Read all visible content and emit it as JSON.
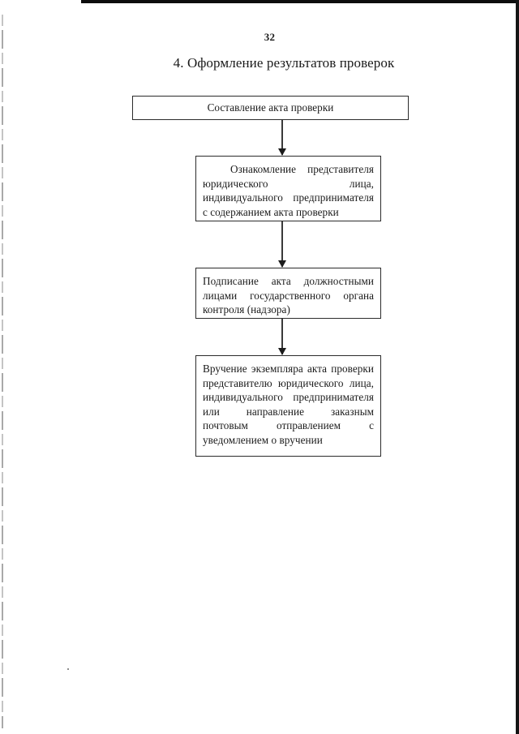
{
  "page": {
    "number": "32",
    "title": "4. Оформление результатов проверок"
  },
  "flowchart": {
    "type": "vertical-flow",
    "nodes": [
      {
        "id": "box-start",
        "text": "Составление акта проверки",
        "align": "center"
      },
      {
        "id": "box-review",
        "text": "Ознакомление представителя юридического лица, индивидуального предпринимателя с содержанием акта проверки",
        "align": "justify",
        "first_line_indent": true
      },
      {
        "id": "box-sign",
        "text": "Подписание акта должностными лицами государственного органа контроля (надзора)",
        "align": "justify",
        "first_line_indent": false
      },
      {
        "id": "box-deliver",
        "text": "Вручение экземпляра акта проверки представителю юридического лица, индивидуального предпринимателя или направление заказным почтовым отправлением с уведомлением о вручении",
        "align": "justify",
        "first_line_indent": false
      }
    ],
    "connectors": [
      {
        "id": "arrow-1",
        "from": "box-start",
        "to": "box-review",
        "style": "down-arrow"
      },
      {
        "id": "arrow-2",
        "from": "box-review",
        "to": "box-sign",
        "style": "down-arrow"
      },
      {
        "id": "arrow-3",
        "from": "box-sign",
        "to": "box-deliver",
        "style": "down-arrow"
      }
    ]
  },
  "colors": {
    "text": "#1a1a1a",
    "box_border": "#2b2b2b",
    "arrow": "#1c1c1c",
    "page_background": "#ffffff",
    "scan_edge": "#0d0d0d"
  }
}
